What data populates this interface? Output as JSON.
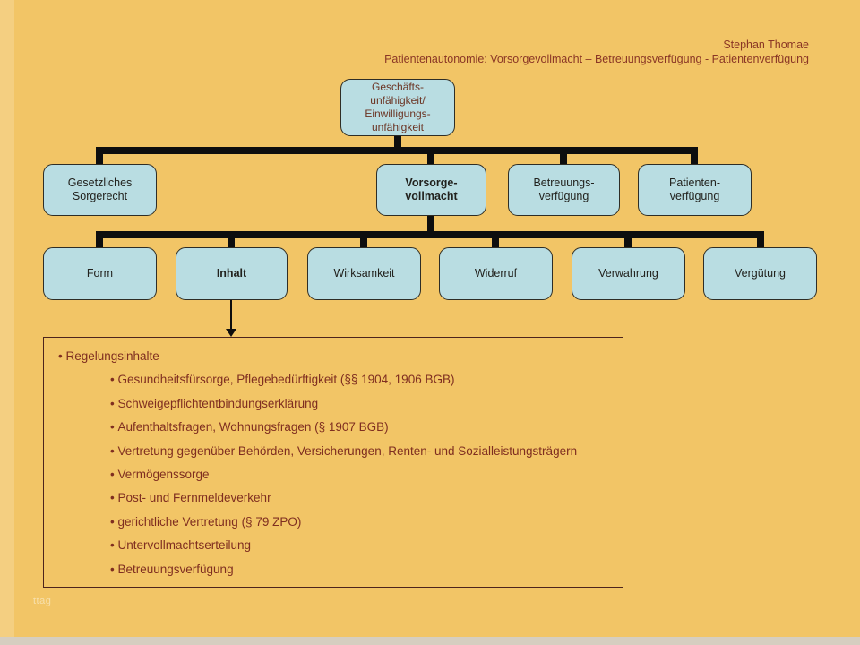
{
  "header": {
    "author": "Stephan Thomae",
    "subtitle": "Patientenautonomie: Vorsorgevollmacht – Betreuungsverfügung - Patientenverfügung"
  },
  "diagram": {
    "root": {
      "label": "Geschäfts-\nunfähigkeit/\nEinwilligungs-\nunfähigkeit"
    },
    "row2": [
      {
        "label": "Gesetzliches\nSorgerecht"
      },
      {
        "label": "Vorsorge-\nvollmacht",
        "bold": true
      },
      {
        "label": "Betreuungs-\nverfügung"
      },
      {
        "label": "Patienten-\nverfügung"
      }
    ],
    "row3": [
      {
        "label": "Form"
      },
      {
        "label": "Inhalt",
        "bold": true
      },
      {
        "label": "Wirksamkeit"
      },
      {
        "label": "Widerruf"
      },
      {
        "label": "Verwahrung"
      },
      {
        "label": "Vergütung"
      }
    ]
  },
  "details": {
    "title": "Regelungsinhalte",
    "items": [
      "Gesundheitsfürsorge, Pflegebedürftigkeit (§§ 1904, 1906 BGB)",
      "Schweigepflichtentbindungserklärung",
      "Aufenthaltsfragen, Wohnungsfragen (§ 1907 BGB)",
      "Vertretung gegenüber Behörden, Versicherungen, Renten- und Sozialleistungsträgern",
      "Vermögenssorge",
      "Post- und Fernmeldeverkehr",
      "gerichtliche Vertretung (§ 79 ZPO)",
      "Untervollmachtserteilung",
      "Betreuungsverfügung"
    ]
  },
  "watermark": "ttag",
  "colors": {
    "background": "#f2c566",
    "box_fill": "#b9dde2",
    "box_border": "#2e2d26",
    "connector": "#0e0e0e",
    "heading_text": "#8a3625",
    "bullet_text": "#7f2e20"
  }
}
